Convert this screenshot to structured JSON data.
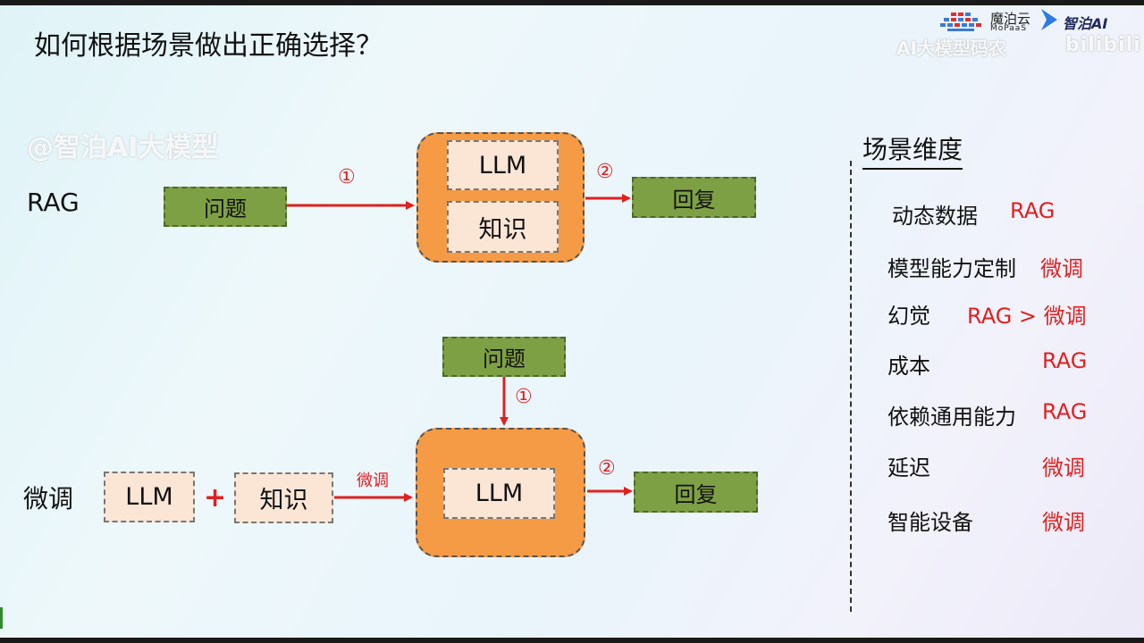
{
  "slide": {
    "title": "如何根据场景做出正确选择？",
    "watermark_left": "@智泊AI大模型",
    "watermark_top": "AI大模型码农",
    "watermark_bili": "bilibili"
  },
  "logos": {
    "mopaas_cn": "魔泊云",
    "mopaas_en": "MoPaaS",
    "zhipo": "智泊AI"
  },
  "rag_flow": {
    "label": "RAG",
    "question": "问题",
    "step1": "①",
    "llm": "LLM",
    "knowledge": "知识",
    "step2": "②",
    "reply": "回复"
  },
  "ft_flow": {
    "label": "微调",
    "llm_in": "LLM",
    "plus": "+",
    "knowledge": "知识",
    "arrow_label": "微调",
    "question": "问题",
    "step1": "①",
    "llm": "LLM",
    "step2": "②",
    "reply": "回复"
  },
  "dimensions": {
    "title": "场景维度",
    "rows": [
      {
        "label": "动态数据",
        "value": "RAG"
      },
      {
        "label": "模型能力定制",
        "value": "微调"
      },
      {
        "label": "幻觉",
        "value": "RAG > 微调"
      },
      {
        "label": "成本",
        "value": "RAG"
      },
      {
        "label": "依赖通用能力",
        "value": "RAG"
      },
      {
        "label": "延迟",
        "value": "微调"
      },
      {
        "label": "智能设备",
        "value": "微调"
      }
    ]
  },
  "colors": {
    "accent_red": "#e02020",
    "question_green": "#7ea044",
    "model_orange": "#f59a45",
    "input_cream": "#fbe6d6"
  }
}
